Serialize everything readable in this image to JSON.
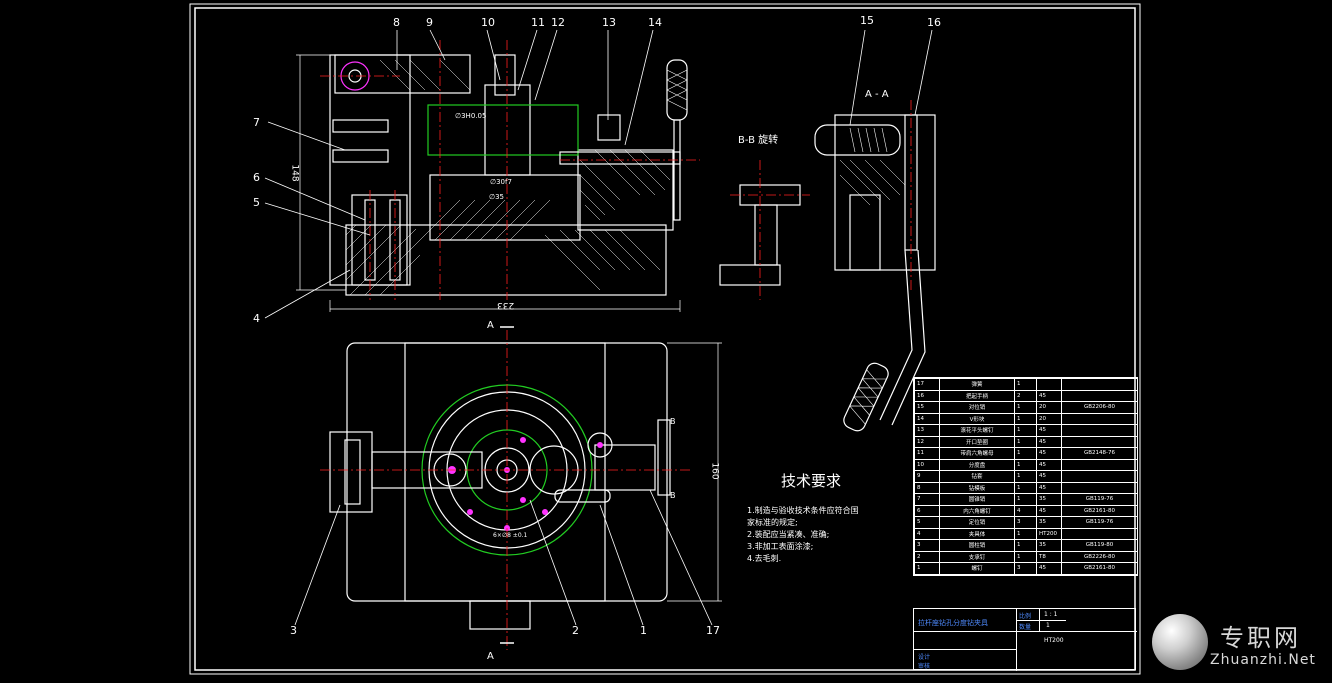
{
  "frame": {
    "stroke": "#ffffff"
  },
  "colors": {
    "line": "#ffffff",
    "center": "#ff2020",
    "hatch": "#ffffff",
    "green": "#22cc22",
    "yellow": "#ffff00",
    "magenta": "#ff33ff",
    "blue": "#4466ff",
    "gray": "#bbbbbb"
  },
  "balloons": {
    "top": [
      {
        "n": "8"
      },
      {
        "n": "9"
      },
      {
        "n": "10"
      },
      {
        "n": "11"
      },
      {
        "n": "12"
      },
      {
        "n": "13"
      },
      {
        "n": "14"
      },
      {
        "n": "15"
      },
      {
        "n": "16"
      }
    ],
    "left": [
      {
        "n": "7"
      },
      {
        "n": "6"
      },
      {
        "n": "5"
      },
      {
        "n": "4"
      }
    ],
    "bottom": [
      {
        "n": "3"
      },
      {
        "n": "2"
      },
      {
        "n": "1"
      },
      {
        "n": "17"
      }
    ]
  },
  "dims": {
    "height": "148",
    "width": "233",
    "plan_height": "160",
    "center_dia": "∅30f7",
    "fit": "∅35",
    "bore": "∅3H0.05",
    "bolt": "6×∅8 ±0.1"
  },
  "sections": {
    "aa_top": "A",
    "aa_bottom": "A",
    "aa_label": "A - A",
    "bb_label": "B-B 旋转",
    "b_top": "B",
    "b_bottom": "B"
  },
  "tech": {
    "title": "技术要求",
    "items": [
      "1.制造与验收技术条件应符合国",
      "家标准的规定;",
      "2.装配应当紧凑、准确;",
      "3.非加工表面涂漆;",
      "4.去毛刺."
    ]
  },
  "bom": [
    {
      "no": "17",
      "name": "弹簧",
      "qty": "1",
      "mat": "",
      "std": ""
    },
    {
      "no": "16",
      "name": "把起手柄",
      "qty": "2",
      "mat": "45",
      "std": ""
    },
    {
      "no": "15",
      "name": "对位销",
      "qty": "1",
      "mat": "20",
      "std": "GB2206-80"
    },
    {
      "no": "14",
      "name": "V形块",
      "qty": "1",
      "mat": "20",
      "std": ""
    },
    {
      "no": "13",
      "name": "滚花平头螺钉",
      "qty": "1",
      "mat": "45",
      "std": ""
    },
    {
      "no": "12",
      "name": "开口垫圈",
      "qty": "1",
      "mat": "45",
      "std": ""
    },
    {
      "no": "11",
      "name": "带肩六角螺母",
      "qty": "1",
      "mat": "45",
      "std": "GB2148-76"
    },
    {
      "no": "10",
      "name": "分度盘",
      "qty": "1",
      "mat": "45",
      "std": ""
    },
    {
      "no": "9",
      "name": "钻套",
      "qty": "1",
      "mat": "45",
      "std": ""
    },
    {
      "no": "8",
      "name": "钻模板",
      "qty": "1",
      "mat": "45",
      "std": ""
    },
    {
      "no": "7",
      "name": "圆锥销",
      "qty": "1",
      "mat": "35",
      "std": "GB119-76"
    },
    {
      "no": "6",
      "name": "内六角螺钉",
      "qty": "4",
      "mat": "45",
      "std": "GB2161-80"
    },
    {
      "no": "5",
      "name": "定位销",
      "qty": "3",
      "mat": "35",
      "std": "GB119-76"
    },
    {
      "no": "4",
      "name": "夹具体",
      "qty": "1",
      "mat": "HT200",
      "std": ""
    },
    {
      "no": "3",
      "name": "圆柱销",
      "qty": "1",
      "mat": "35",
      "std": "GB119-80"
    },
    {
      "no": "2",
      "name": "支承钉",
      "qty": "1",
      "mat": "T8",
      "std": "GB2226-80"
    },
    {
      "no": "1",
      "name": "螺钉",
      "qty": "3",
      "mat": "45",
      "std": "GB2161-80"
    }
  ],
  "title_block": {
    "name": "拉杆座钻孔分度钻夹具",
    "scale_label": "比例",
    "scale": "1 : 1",
    "qty_label": "数量",
    "qty": "1",
    "material": "HT200",
    "designer": "设计",
    "checker": "审核"
  },
  "watermark": {
    "cn": "专职网",
    "en": "Zhuanzhi.Net"
  }
}
